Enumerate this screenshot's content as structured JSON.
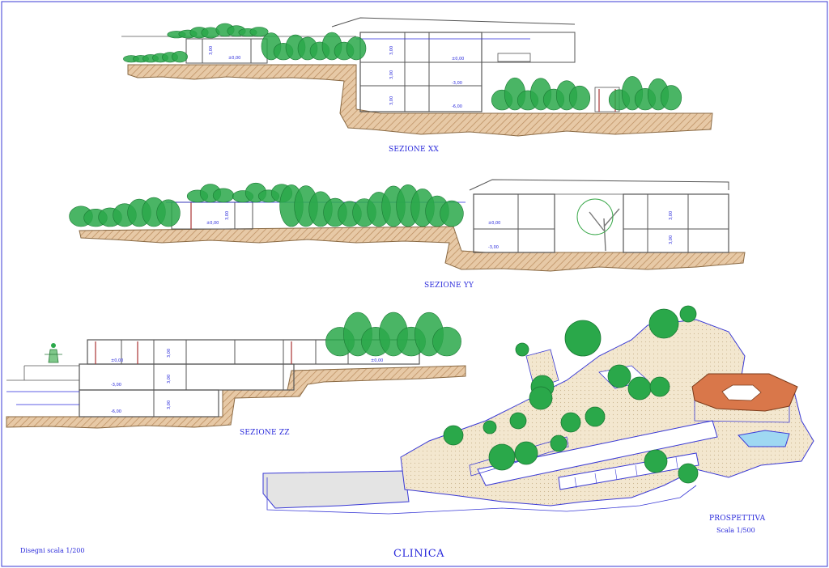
{
  "sheet": {
    "title": "CLINICA",
    "scale_note": "Disegni scala 1/200"
  },
  "sections": {
    "xx": {
      "label": "SEZIONE XX",
      "levels": [
        "±0,00",
        "±0,00",
        "-3,00",
        "-6,00"
      ],
      "heights": [
        "3,00",
        "3,00",
        "3,00",
        "3,00"
      ]
    },
    "yy": {
      "label": "SEZIONE YY",
      "levels": [
        "±0,00",
        "±0,00",
        "-3,00"
      ],
      "heights": [
        "3,00",
        "3,00",
        "3,00"
      ]
    },
    "zz": {
      "label": "SEZIONE ZZ",
      "levels": [
        "±0,00",
        "±0,00",
        "-3,00",
        "-6,00"
      ],
      "heights": [
        "3,00",
        "3,00",
        "3,00"
      ]
    }
  },
  "perspective": {
    "label": "PROSPETTIVA",
    "scale": "Scala 1/500"
  },
  "colors": {
    "ink": "#2a2adb",
    "line": "#555555",
    "ground": "#c9a27a",
    "tree": "#2aa84a",
    "roof": "#d9774a",
    "pool": "#9fd8f2",
    "terrace": "#f2e6cc"
  }
}
